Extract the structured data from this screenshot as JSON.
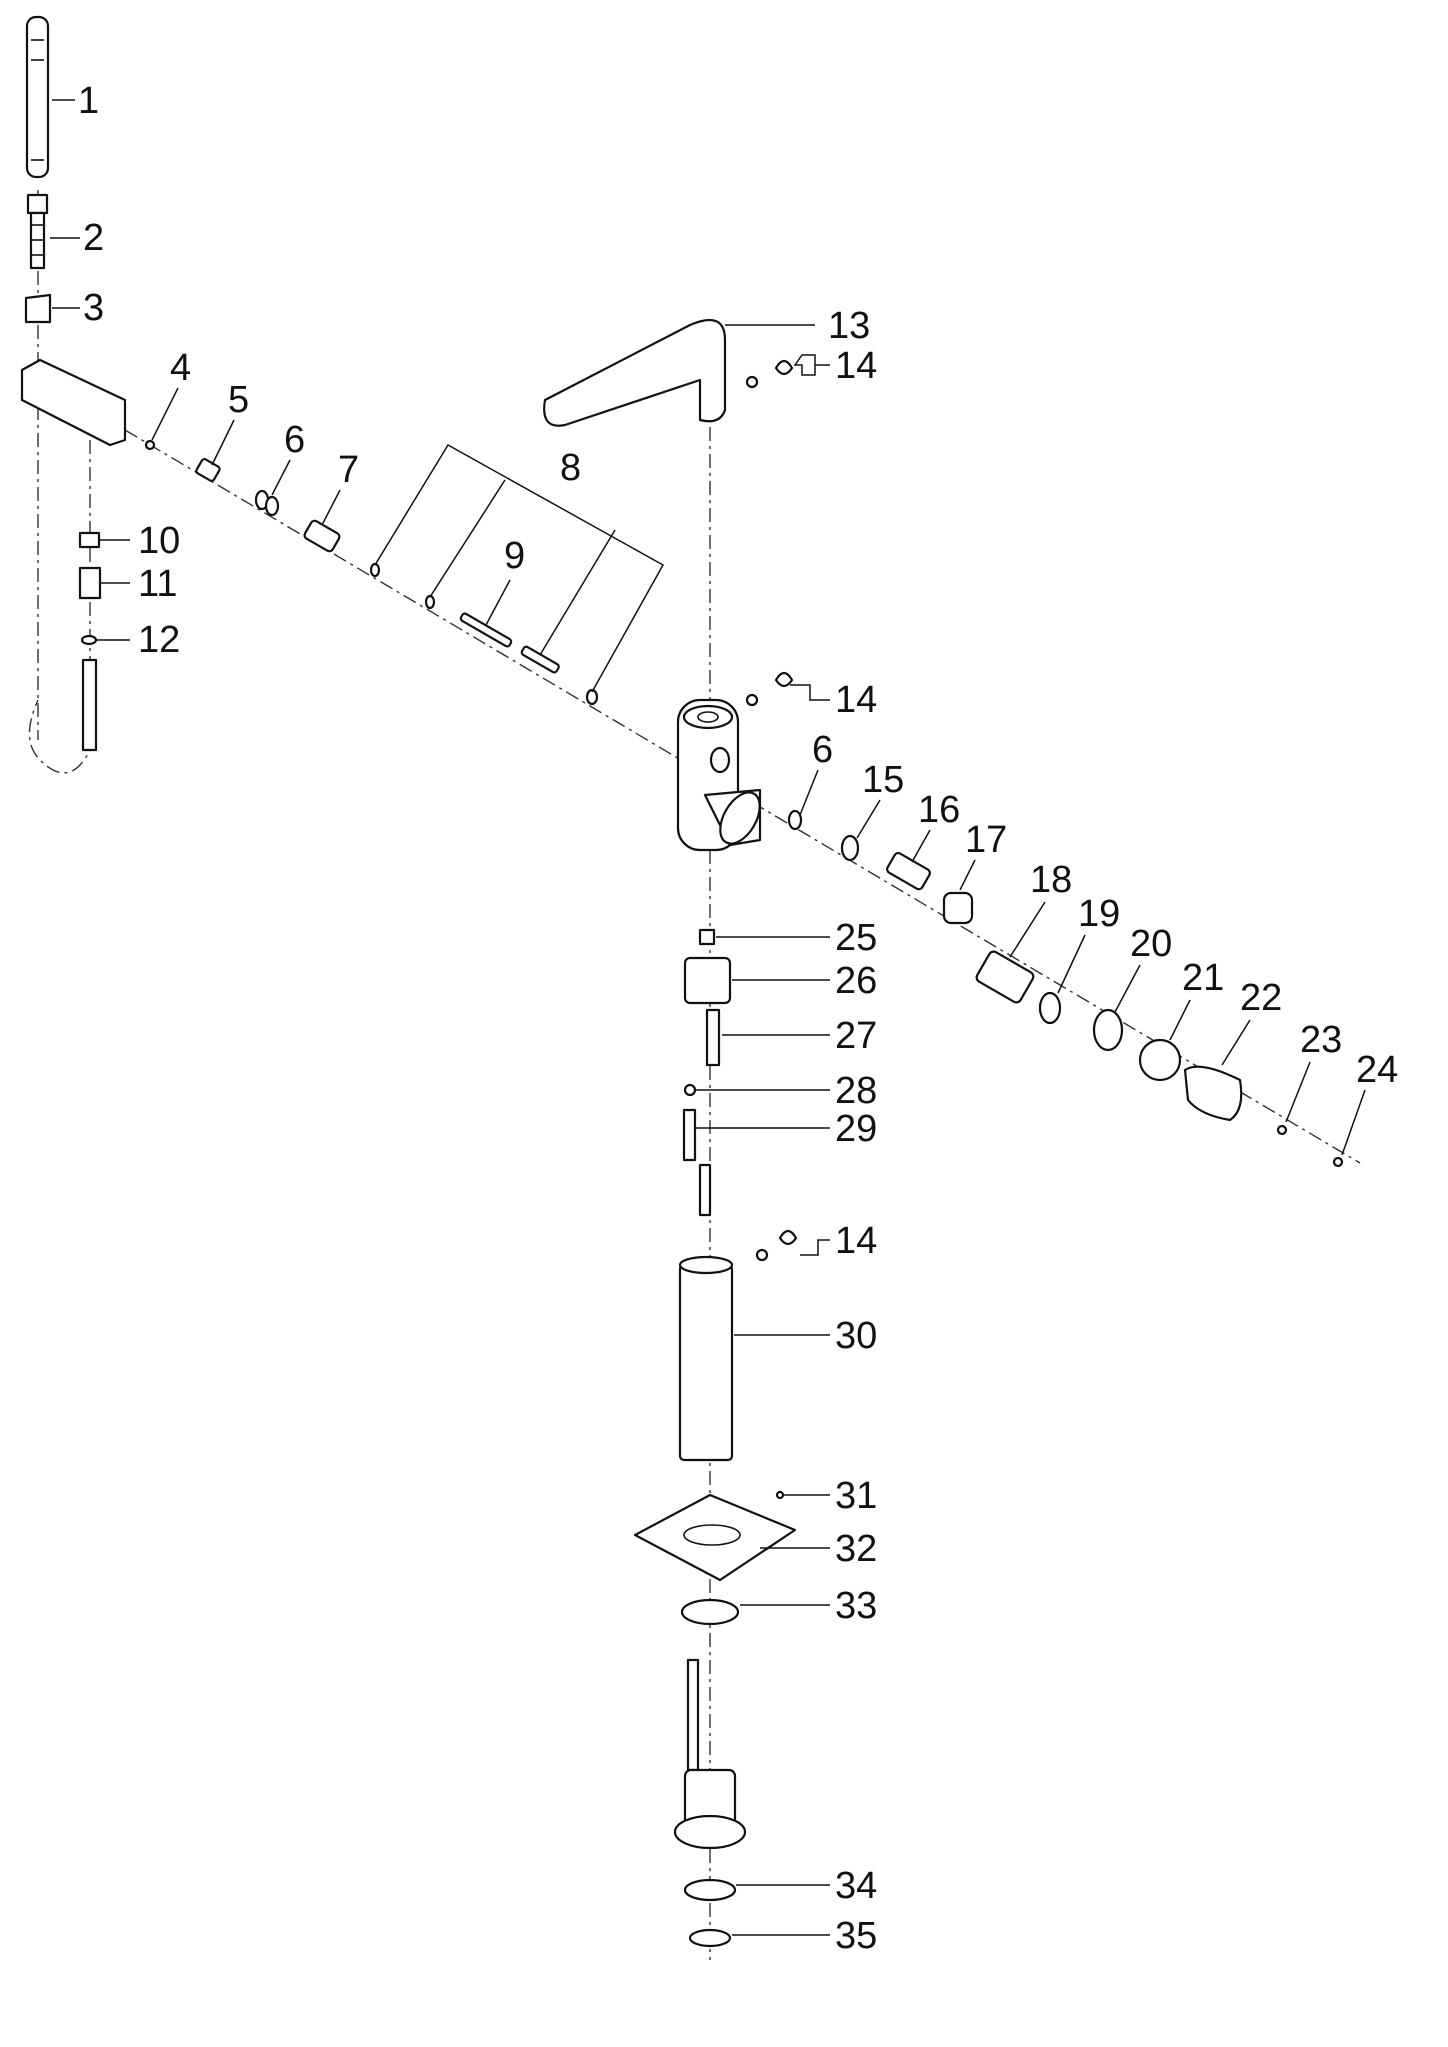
{
  "callouts": [
    "1",
    "2",
    "3",
    "4",
    "5",
    "6",
    "7",
    "8",
    "9",
    "10",
    "11",
    "12",
    "13",
    "14",
    "14",
    "6",
    "15",
    "16",
    "17",
    "18",
    "19",
    "20",
    "21",
    "22",
    "23",
    "24",
    "25",
    "26",
    "27",
    "28",
    "29",
    "14",
    "30",
    "31",
    "32",
    "33",
    "34",
    "35"
  ]
}
